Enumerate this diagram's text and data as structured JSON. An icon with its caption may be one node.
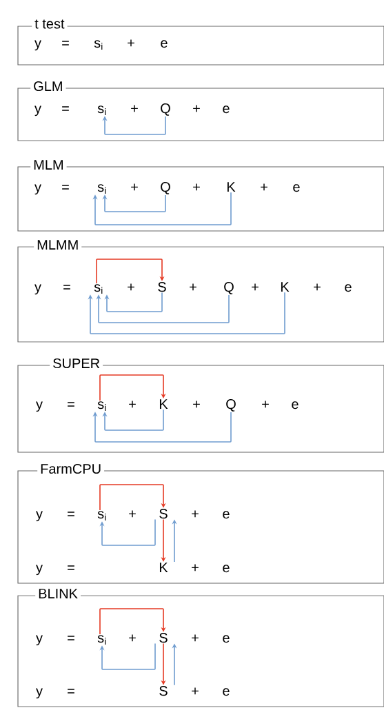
{
  "diagram": {
    "nodes": [
      {
        "text": [
          "t test"
        ]
      },
      {
        "text": [
          "GLM"
        ]
      },
      {
        "text": [
          "s$_{i}$"
        ],
        "in": 1
      },
      {
        "text": [
          "Q"
        ],
        "in": 1
      },
      {
        "text": [
          "MLM"
        ]
      },
      {
        "text": [
          "s$_{i}$"
        ],
        "in": 4
      },
      {
        "text": [
          "Q"
        ],
        "in": 4
      },
      {
        "text": [
          "K"
        ],
        "in": 4
      },
      {
        "text": [
          "MLMM"
        ]
      },
      {
        "text": [
          "s$_{i}$"
        ],
        "in": 8
      },
      {
        "text": [
          "S"
        ],
        "in": 8
      },
      {
        "text": [
          "Q"
        ],
        "in": 8
      },
      {
        "text": [
          "K"
        ],
        "in": 8
      },
      {
        "text": [
          "SUPER"
        ]
      },
      {
        "text": [
          "s$_{i}$"
        ],
        "in": 13
      },
      {
        "text": [
          "K"
        ],
        "in": 13
      },
      {
        "text": [
          "Q"
        ],
        "in": 13
      },
      {
        "text": [
          "FarmCPU"
        ]
      },
      {
        "text": [
          "s$_{i}$"
        ],
        "in": 17
      },
      {
        "text": [
          "S"
        ],
        "in": 17
      },
      {
        "text": [
          "K"
        ],
        "in": 17
      },
      {
        "text": [
          "BLINK"
        ]
      },
      {
        "text": [
          "s$_{i}$"
        ],
        "in": 21
      },
      {
        "text": [
          "S"
        ],
        "in": 21
      },
      {
        "text": [
          "S"
        ],
        "in": 21
      }
    ],
    "edges": [
      {
        "from": 3,
        "to": 2,
        "arrow": "to"
      },
      {
        "from": 6,
        "to": 5,
        "arrow": "to"
      },
      {
        "from": 7,
        "to": 5,
        "arrow": "to"
      },
      {
        "from": 9,
        "to": 10,
        "arrow": "to",
        "color": "#e53a24"
      },
      {
        "from": 10,
        "to": 9,
        "arrow": "to"
      },
      {
        "from": 11,
        "to": 9,
        "arrow": "to"
      },
      {
        "from": 12,
        "to": 9,
        "arrow": "to"
      },
      {
        "from": 14,
        "to": 15,
        "arrow": "to",
        "color": "#e53a24"
      },
      {
        "from": 15,
        "to": 14,
        "arrow": "to"
      },
      {
        "from": 16,
        "to": 14,
        "arrow": "to"
      },
      {
        "from": 18,
        "to": 19,
        "arrow": "to",
        "color": "#e53a24"
      },
      {
        "from": 19,
        "to": 18,
        "arrow": "to"
      },
      {
        "from": 19,
        "to": 20,
        "arrow": "to",
        "color": "#e53a24"
      },
      {
        "from": 20,
        "to": 19,
        "arrow": "to"
      },
      {
        "from": 22,
        "to": 23,
        "arrow": "to",
        "color": "#e53a24"
      },
      {
        "from": 23,
        "to": 22,
        "arrow": "to"
      },
      {
        "from": 23,
        "to": 24,
        "arrow": "to",
        "color": "#e53a24"
      },
      {
        "from": 24,
        "to": 23,
        "arrow": "to"
      }
    ],
    "labels": [
      "y",
      "=",
      "s$_{i}$",
      "+",
      "e",
      "y",
      "=",
      "+",
      "+",
      "e",
      "y",
      "=",
      "+",
      "+",
      "+",
      "e",
      "y",
      "=",
      "+",
      "+",
      "+",
      "+",
      "e",
      "y",
      "=",
      "+",
      "+",
      "+",
      "e",
      "y",
      "=",
      "+",
      "+",
      "e",
      "y",
      "=",
      "+",
      "e",
      "y",
      "=",
      "+",
      "+",
      "e",
      "y",
      "=",
      "+",
      "e"
    ]
  }
}
